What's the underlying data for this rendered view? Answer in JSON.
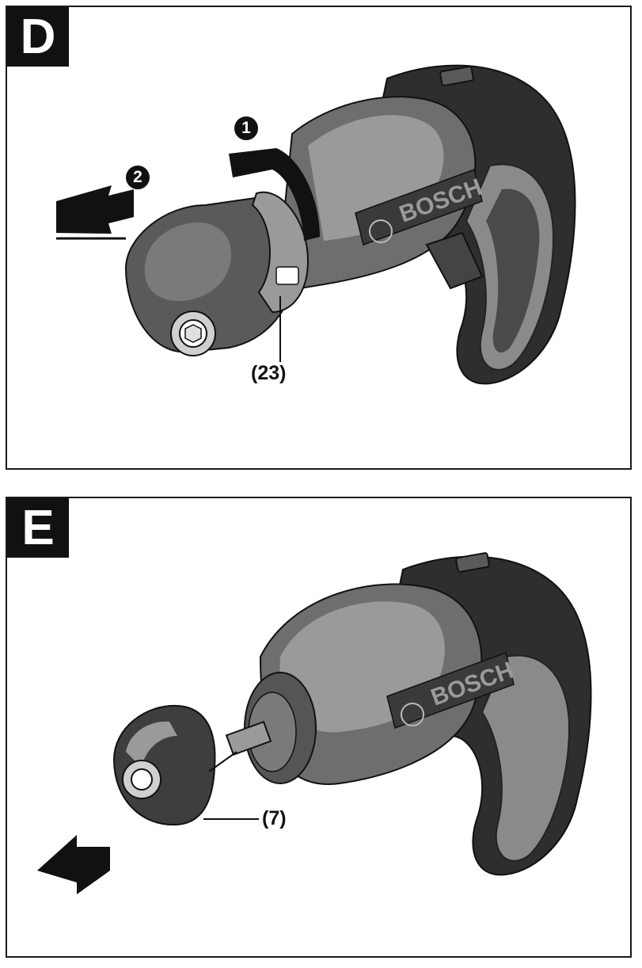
{
  "panel_d": {
    "letter": "D",
    "brand": "BOSCH",
    "step_1": "1",
    "step_2": "2",
    "callout": "(23)"
  },
  "panel_e": {
    "letter": "E",
    "brand": "BOSCH",
    "callout": "(7)"
  }
}
